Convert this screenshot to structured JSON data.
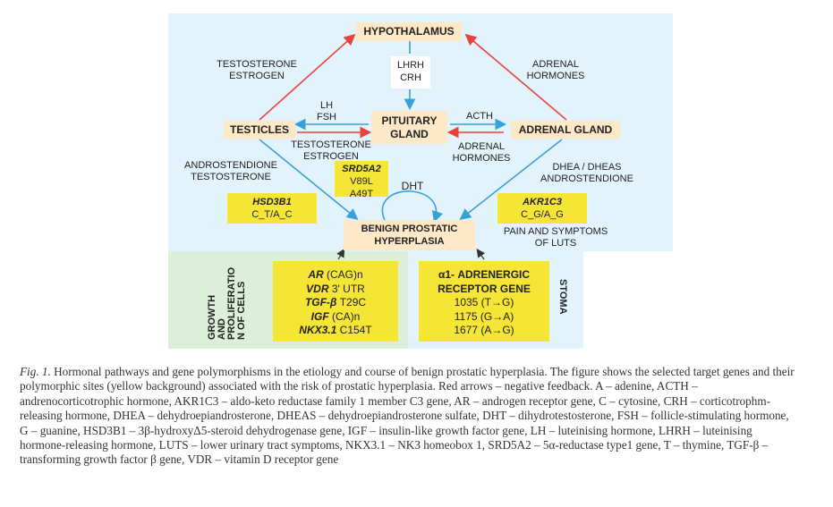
{
  "figure": {
    "nodes": {
      "hypothalamus": "HYPOTHALAMUS",
      "pituitary_l1": "PITUITARY",
      "pituitary_l2": "GLAND",
      "testicles": "TESTICLES",
      "adrenal": "ADRENAL GLAND",
      "bph_l1": "BENIGN PROSTATIC",
      "bph_l2": "HYPERPLASIA"
    },
    "labels": {
      "testosterone_estrogen_top_l1": "TESTOSTERONE",
      "testosterone_estrogen_top_l2": "ESTROGEN",
      "adrenal_hormones_top_l1": "ADRENAL",
      "adrenal_hormones_top_l2": "HORMONES",
      "lhrh": "LHRH",
      "crh": "CRH",
      "lh": "LH",
      "fsh": "FSH",
      "acth": "ACTH",
      "testosterone_mid": "TESTOSTERONE",
      "estrogen_mid": "ESTROGEN",
      "adrenal_hormones_mid_l1": "ADRENAL",
      "adrenal_hormones_mid_l2": "HORMONES",
      "androstendione": "ANDROSTENDIONE",
      "testosterone_left": "TESTOSTERONE",
      "dhea": "DHEA / DHEAS",
      "androstendione_right": "ANDROSTENDIONE",
      "dht": "DHT",
      "pain_l1": "PAIN AND SYMPTOMS",
      "pain_l2": "OF LUTS"
    },
    "boxes": {
      "srd5a2": {
        "gene": "SRD5A2",
        "v1": "V89L",
        "v2": "A49T"
      },
      "hsd3b1": {
        "gene": "HSD3B1",
        "v1": "C_T/A_C"
      },
      "akr1c3": {
        "gene": "AKR1C3",
        "v1": "C_G/A_G"
      },
      "growth": {
        "r1_gene": "AR",
        "r1_var": " (CAG)n",
        "r2_gene": "VDR",
        "r2_var": " 3' UTR",
        "r3_gene": "TGF-β",
        "r3_var": " T29C",
        "r4_gene": "IGF",
        "r4_var": " (CA)n",
        "r5_gene": "NKX3.1",
        "r5_var": " C154T"
      },
      "adrenergic": {
        "title_l1": "α1- ADRENERGIC",
        "title_l2": "RECEPTOR GENE",
        "v1": "1035 (T→G)",
        "v2": "1175 (G→A)",
        "v3": "1677 (A→G)"
      }
    },
    "side": {
      "growth_c1": "GROWTH",
      "growth_c2": "AND",
      "growth_c3": "PROLIFERATIO",
      "growth_c4": "N OF CELLS",
      "stoma": "STOMA"
    },
    "colors": {
      "blue_arrow": "#3aa0d8",
      "red_arrow": "#e8423c",
      "yellow_box": "#f5e535",
      "node_fill": "#fde8c8",
      "panel_blue": "#e3f3fb",
      "panel_green": "#dcefd9"
    }
  },
  "caption": {
    "fig_label": "Fig. 1.",
    "text": "Hormonal pathways and gene polymorphisms in the etiology and course of benign prostatic hyperplasia. The figure shows the selected target genes and their polymorphic sites (yellow background) associated with the risk of prostatic hyperplasia. Red arrows – negative feedback. A – adenine, ACTH – andrenocorticotrophic hormone, AKR1C3 – aldo-keto reductase family 1 member C3 gene, AR – androgen receptor gene, C – cytosine, CRH – corticotrophm-releasing hormone, DHEA – dehydroepiandrosterone, DHEAS – dehydroepiandrosterone sulfate, DHT – dihydrotestosterone, FSH – follicle-stimulating hormone, G – guanine, HSD3B1 – 3β-hydroxyΔ5-steroid dehydrogenase gene, IGF – insulin-like growth factor gene, LH – luteinising hormone, LHRH – luteinising hormone-releasing hormone, LUTS – lower urinary tract symptoms, NKX3.1 – NK3 homeobox 1, SRD5A2 – 5α-reductase type1 gene, T – thymine, TGF-β – transforming growth factor β gene, VDR – vitamin D receptor gene"
  }
}
